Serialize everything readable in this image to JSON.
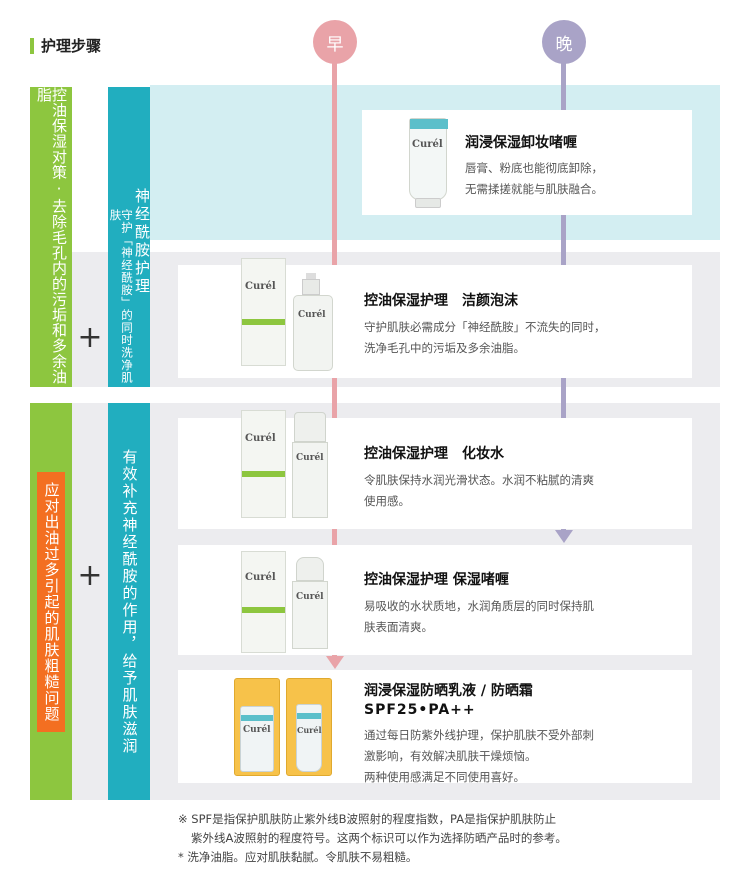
{
  "header": {
    "title": "护理步骤"
  },
  "timeline": {
    "morning_label": "早",
    "evening_label": "晚",
    "morning_color": "#e9a3a8",
    "evening_color": "#a9a3c7"
  },
  "colors": {
    "light_blue_band": "#d3eef2",
    "gray_band": "#ececef",
    "green": "#8dc63f",
    "teal": "#21aebf",
    "orange": "#f36f21"
  },
  "sections": [
    {
      "outer_label": "控油保湿对策·去除毛孔内的污垢和多余油脂",
      "plus": "+",
      "inner_label_main": "神经酰胺护理",
      "inner_label_sub": "守护「神经酰胺」的同时洗净肌肤"
    },
    {
      "outer_label": "应对出油过多引起的肌肤粗糙问题",
      "plus": "+",
      "inner_label_main": "有效补充神经酰胺的作用，给予肌肤滋润"
    }
  ],
  "products": [
    {
      "title": "润浸保湿卸妆啫喱",
      "desc": [
        "唇膏、粉底也能彻底卸除，",
        "无需揉搓就能与肌肤融合。"
      ],
      "brand": "Curél"
    },
    {
      "title": "控油保湿护理　洁颜泡沫",
      "desc": [
        "守护肌肤必需成分「神经酰胺」不流失的同时，",
        "洗净毛孔中的污垢及多余油脂。"
      ],
      "brand": "Curél"
    },
    {
      "title": "控油保湿护理　化妆水",
      "desc": [
        "令肌肤保持水润光滑状态。水润不粘腻的清爽",
        "使用感。"
      ],
      "brand": "Curél"
    },
    {
      "title": "控油保湿护理 保湿啫喱",
      "desc": [
        "易吸收的水状质地，水润角质层的同时保持肌",
        "肤表面清爽。"
      ],
      "brand": "Curél"
    },
    {
      "title": "润浸保湿防晒乳液 / 防晒霜",
      "title2": "SPF25•PA++",
      "desc": [
        "通过每日防紫外线护理，保护肌肤不受外部刺",
        "激影响，有效解决肌肤干燥烦恼。",
        "两种使用感满足不同使用喜好。"
      ],
      "brand": "Curél"
    }
  ],
  "footnotes": [
    "※ SPF是指保护肌肤防止紫外线B波照射的程度指数，PA是指保护肌肤防止",
    "紫外线A波照射的程度符号。这两个标识可以作为选择防晒产品时的参考。",
    "* 洗净油脂。应对肌肤黏腻。令肌肤不易粗糙。"
  ]
}
